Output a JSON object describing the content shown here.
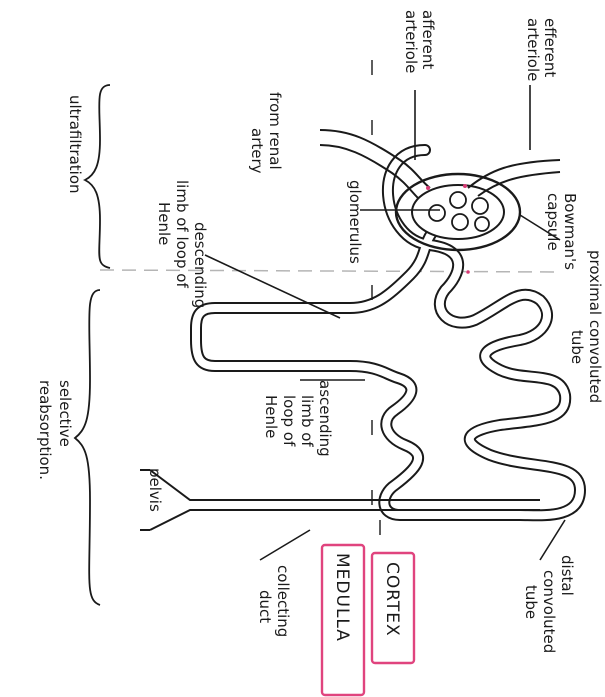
{
  "labels": {
    "efferent_arteriole": [
      "efferent",
      "arteriole"
    ],
    "afferent_arteriole": [
      "afferent",
      "arteriole"
    ],
    "from_renal_artery": [
      "from renal",
      "artery"
    ],
    "glomerulus": "glomerulus",
    "bowmans_capsule": [
      "Bowman's",
      "capsule"
    ],
    "proximal_tube": [
      "proximal convoluted",
      "tube"
    ],
    "descending_limb": [
      "descending",
      "limb of loop of",
      "Henle"
    ],
    "ascending_limb": [
      "ascending",
      "limb of",
      "loop of",
      "Henle"
    ],
    "distal_tube": [
      "distal",
      "convoluted",
      "tube"
    ],
    "pelvis": "pelvis",
    "collecting_duct": [
      "collecting",
      "duct"
    ],
    "cortex": "CORTEX",
    "medulla": "MEDULLA",
    "ultrafiltration": "ultrafiltration",
    "selective_reabsorption": [
      "selective",
      "reabsorption."
    ]
  },
  "colors": {
    "ink": "#1a1a1a",
    "tube_fill": "#ffffff",
    "highlight_box": "#e0447e",
    "dot": "#d63a74",
    "divider": "#b5b5b5"
  }
}
